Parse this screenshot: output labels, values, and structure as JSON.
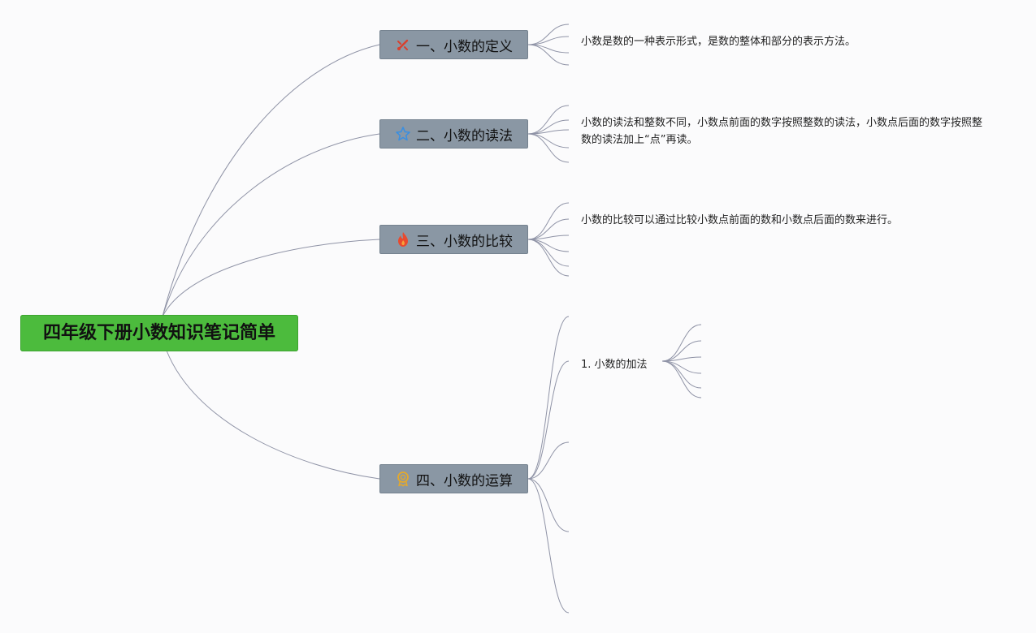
{
  "root": {
    "label": "四年级下册小数知识笔记简单"
  },
  "branches": [
    {
      "label": "一、小数的定义",
      "icon": "tools-icon",
      "icon_color": "#d9402e",
      "note": "小数是数的一种表示形式，是数的整体和部分的表示方法。"
    },
    {
      "label": "二、小数的读法",
      "icon": "star-icon",
      "icon_color": "#3b8fe0",
      "note": "小数的读法和整数不同，小数点前面的数字按照整数的读法，小数点后面的数字按照整数的读法加上“点”再读。"
    },
    {
      "label": "三、小数的比较",
      "icon": "flame-icon",
      "icon_color": "#e84a2f",
      "note": "小数的比较可以通过比较小数点前面的数和小数点后面的数来进行。"
    },
    {
      "label": "四、小数的运算",
      "icon": "medal-icon",
      "icon_color": "#e5a92b",
      "subtopic": "1. 小数的加法"
    }
  ],
  "colors": {
    "root_bg": "#4cbb3d",
    "branch_bg": "#8a97a4",
    "line": "#8f93a6"
  }
}
